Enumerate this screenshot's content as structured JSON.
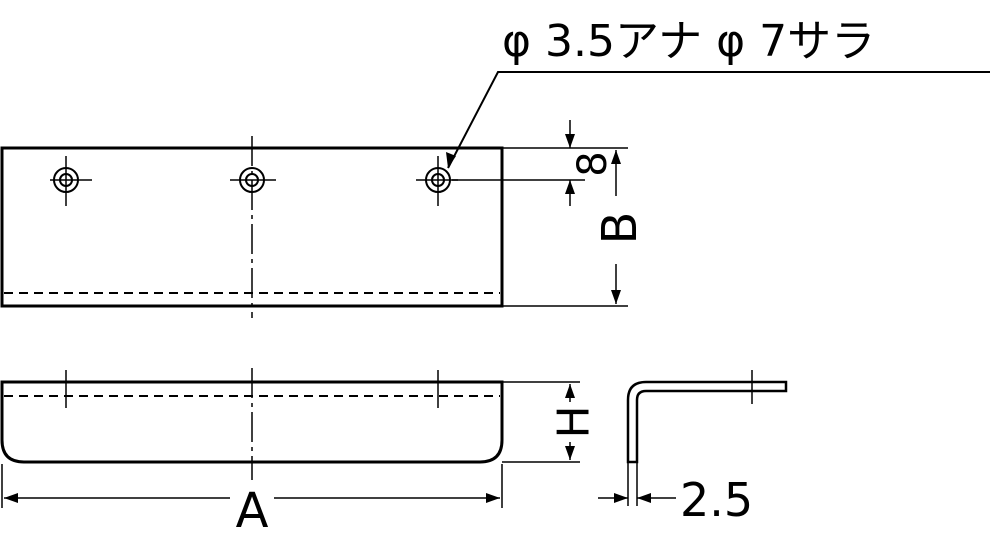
{
  "callout": {
    "hole_spec": "φ 3.5アナ φ 7サラ"
  },
  "dimensions": {
    "hole_offset": "8",
    "width_label": "B",
    "length_label": "A",
    "height_label": "H",
    "thickness": "2.5"
  }
}
